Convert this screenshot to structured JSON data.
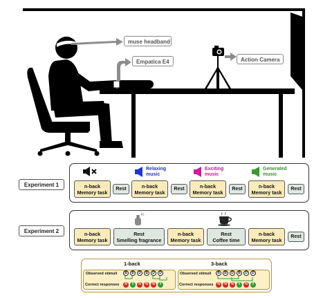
{
  "callouts": {
    "headband": "muse headband",
    "e4": "Empatica E4",
    "camera": "Action Camera"
  },
  "experiment1": {
    "label": "Experiment 1",
    "music": [
      {
        "icon": "muted-speaker-icon",
        "label": ""
      },
      {
        "icon": "speaker-icon",
        "label": "Relaxing music",
        "line1": "Relaxing",
        "line2": "music",
        "color": "#2233cc"
      },
      {
        "icon": "speaker-icon",
        "label": "Exciting music",
        "line1": "Exciting",
        "line2": "music",
        "color": "#c2188f"
      },
      {
        "icon": "speaker-icon",
        "label": "Generated music",
        "line1": "Generated",
        "line2": "music",
        "color": "#3a8c32"
      }
    ],
    "task_line1": "n-back",
    "task_line2": "Memory task",
    "rest": "Rest"
  },
  "experiment2": {
    "label": "Experiment 2",
    "task_line1": "n-back",
    "task_line2": "Memory task",
    "rest_fragrance_line1": "Rest",
    "rest_fragrance_line2": "Smelling fragrance",
    "rest_coffee_line1": "Rest",
    "rest_coffee_line2": "Coffee time",
    "rest": "Rest"
  },
  "nback": {
    "one_back": {
      "title": "1-back",
      "observed_label": "Observed stimuli",
      "responses_label": "Correct responses",
      "stimuli": [
        "B",
        "B",
        "D",
        "B",
        "D",
        "D"
      ],
      "responses": [
        "N",
        "Y",
        "N",
        "N",
        "N",
        "Y"
      ]
    },
    "three_back": {
      "title": "3-back",
      "observed_label": "Observed stimuli",
      "responses_label": "Correct responses",
      "stimuli": [
        "B",
        "B",
        "D",
        "B",
        "D",
        "D"
      ],
      "responses": [
        "N",
        "N",
        "N",
        "Y",
        "N",
        "Y"
      ]
    }
  },
  "colors": {
    "task": "#fbebbb",
    "rest": "#dfe7e1",
    "yes": "#2e9b38",
    "no": "#d9261c"
  }
}
